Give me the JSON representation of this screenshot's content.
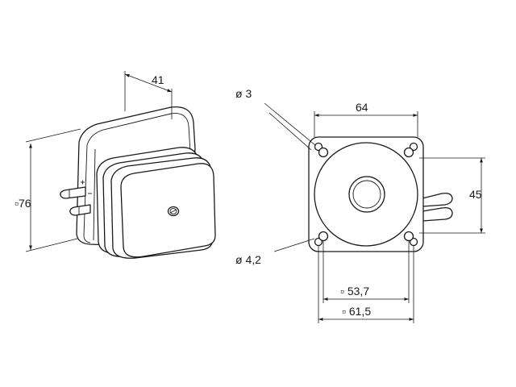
{
  "dimensions": {
    "width_top": "41",
    "height_side": "▫76",
    "hole_small": "ø 3",
    "hole_large": "ø 4,2",
    "width_front": "64",
    "nozzle_spacing": "45",
    "hole_spacing_inner": "▫ 53,7",
    "hole_spacing_outer": "▫ 61,5"
  }
}
